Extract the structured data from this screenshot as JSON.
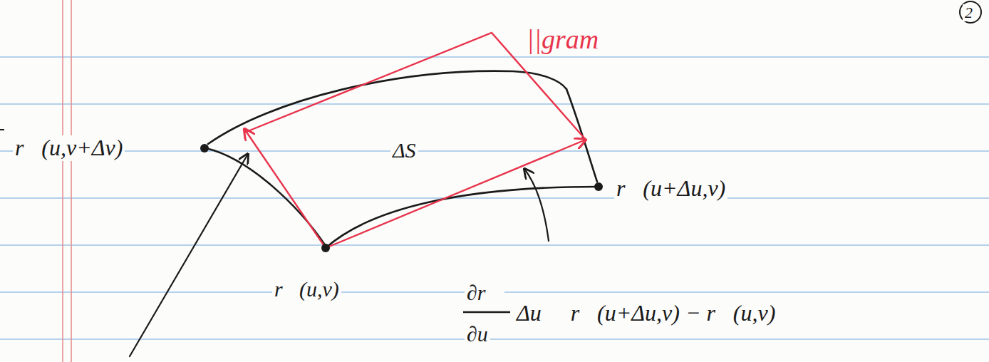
{
  "diagram": {
    "labels": [
      "2",
      "||gram",
      "r⃗(u,v+Δv)",
      "ΔS",
      "r⃗(u+Δu,v)",
      "r⃗(u,v)",
      "∂r⃗",
      "∂u",
      "Δu ≃ r⃗(u+Δu,v) − r⃗(u,v)"
    ]
  }
}
